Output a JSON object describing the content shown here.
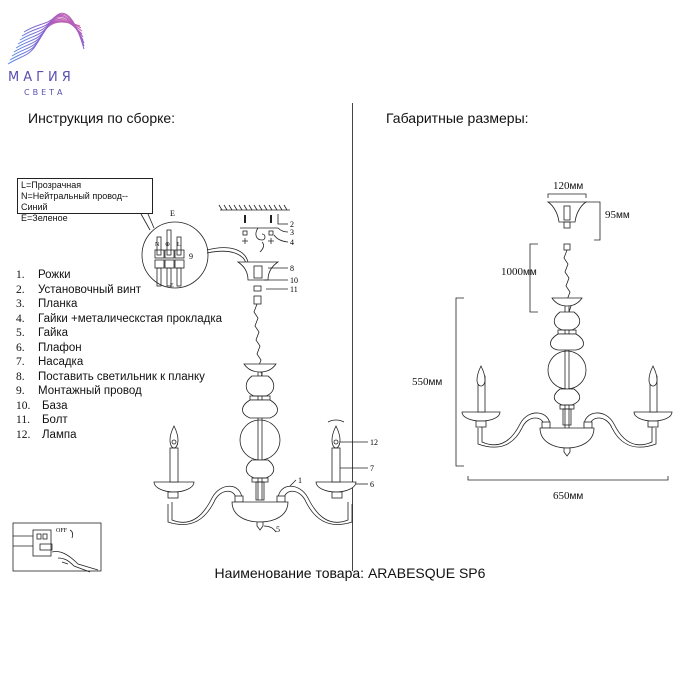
{
  "brand": {
    "name": "МАГИЯ",
    "subtitle": "СВЕТА",
    "gradient": [
      "#5b8de0",
      "#8a5fd0",
      "#d45fa8"
    ]
  },
  "left_section": {
    "heading": "Инструкция по сборке:",
    "wiring_legend": [
      "L=Прозрачная",
      "N=Нейтральный провод--Синий",
      "E=Зеленое"
    ],
    "connector_labels": {
      "top": "E",
      "terminals": [
        "N",
        "⊕",
        "L"
      ],
      "side": "9",
      "bottom": "E"
    },
    "parts": [
      {
        "num": "1.",
        "label": "Рожки"
      },
      {
        "num": "2.",
        "label": "Установочный винт"
      },
      {
        "num": "3.",
        "label": "Планка"
      },
      {
        "num": "4.",
        "label": "Гайки +металическстая прокладка"
      },
      {
        "num": "5.",
        "label": "Гайка"
      },
      {
        "num": "6.",
        "label": "Плафон"
      },
      {
        "num": "7.",
        "label": "Насадка"
      },
      {
        "num": "8.",
        "label": "Поставить светильник к планку"
      },
      {
        "num": "9.",
        "label": "Монтажный провод"
      },
      {
        "num": "10.",
        "label": "База"
      },
      {
        "num": "11.",
        "label": "Болт"
      },
      {
        "num": "12.",
        "label": "Лампа"
      }
    ],
    "callouts": [
      "2",
      "3",
      "4",
      "8",
      "10",
      "11",
      "12",
      "7",
      "6",
      "1",
      "5"
    ],
    "switch_label": "OFF"
  },
  "right_section": {
    "heading": "Габаритные размеры:",
    "dimensions": {
      "canopy_width": {
        "value": "120",
        "unit": "мм"
      },
      "canopy_height": {
        "value": "95",
        "unit": "мм"
      },
      "chain_length": {
        "value": "1000",
        "unit": "мм"
      },
      "body_height": {
        "value": "550",
        "unit": "мм"
      },
      "overall_width": {
        "value": "650",
        "unit": "мм"
      }
    }
  },
  "footer": {
    "product_label": "Наименование товара: ARABESQUE SP6"
  }
}
